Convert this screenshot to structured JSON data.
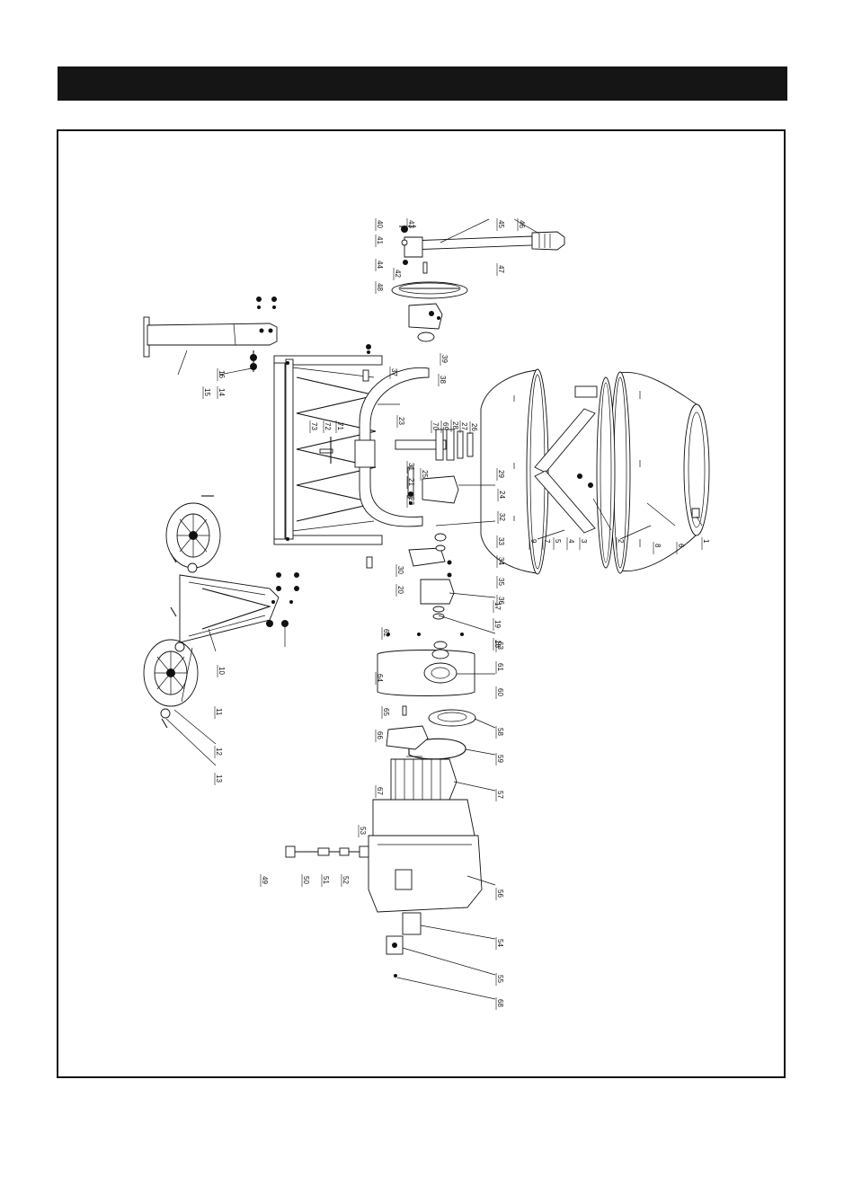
{
  "header": {
    "title": ""
  },
  "callouts": [
    "1",
    "2",
    "3",
    "4",
    "5",
    "6",
    "7",
    "8",
    "9",
    "10",
    "11",
    "12",
    "13",
    "14",
    "15",
    "16",
    "17",
    "18",
    "19",
    "20",
    "21",
    "22",
    "23",
    "24",
    "25",
    "26",
    "27",
    "28",
    "29",
    "30",
    "31",
    "32",
    "33",
    "34",
    "35",
    "36",
    "37",
    "38",
    "39",
    "40",
    "41",
    "42",
    "43",
    "44",
    "45",
    "46",
    "47",
    "48",
    "49",
    "50",
    "51",
    "52",
    "53",
    "54",
    "55",
    "56",
    "57",
    "58",
    "59",
    "60",
    "61",
    "62",
    "63",
    "64",
    "65",
    "66",
    "67",
    "68",
    "69",
    "70",
    "71",
    "72",
    "73"
  ],
  "colors": {
    "header_bar": "#151515",
    "ink": "#111111"
  }
}
